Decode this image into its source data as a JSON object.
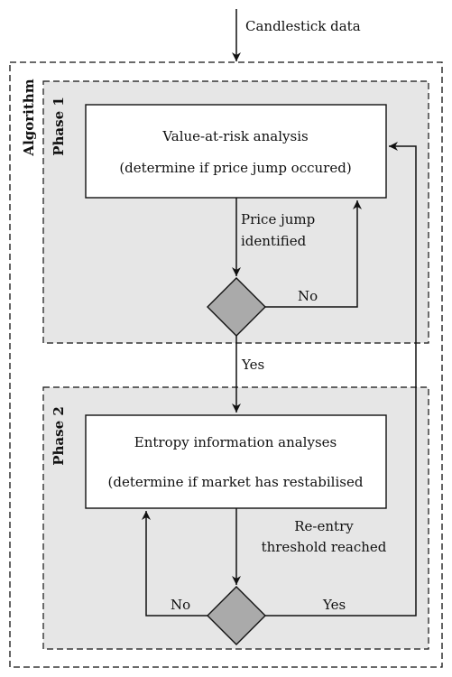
{
  "input_label": "Candlestick data",
  "algorithm_label": "Algorithm",
  "phase1": {
    "label": "Phase 1",
    "box_line1": "Value-at-risk analysis",
    "box_line2": "(determine if price jump occured)",
    "edge_label_line1": "Price jump",
    "edge_label_line2": "identified",
    "no_label": "No"
  },
  "yes_label": "Yes",
  "phase2": {
    "label": "Phase 2",
    "box_line1": "Entropy information analyses",
    "box_line2": "(determine if market has restabilised",
    "edge_label_line1": "Re-entry",
    "edge_label_line2": "threshold reached",
    "no_label": "No",
    "yes_label": "Yes"
  },
  "colors": {
    "phase_fill": "#e6e6e6",
    "diamond_fill": "#aaaaaa",
    "stroke": "#111111",
    "box_fill": "#ffffff"
  }
}
